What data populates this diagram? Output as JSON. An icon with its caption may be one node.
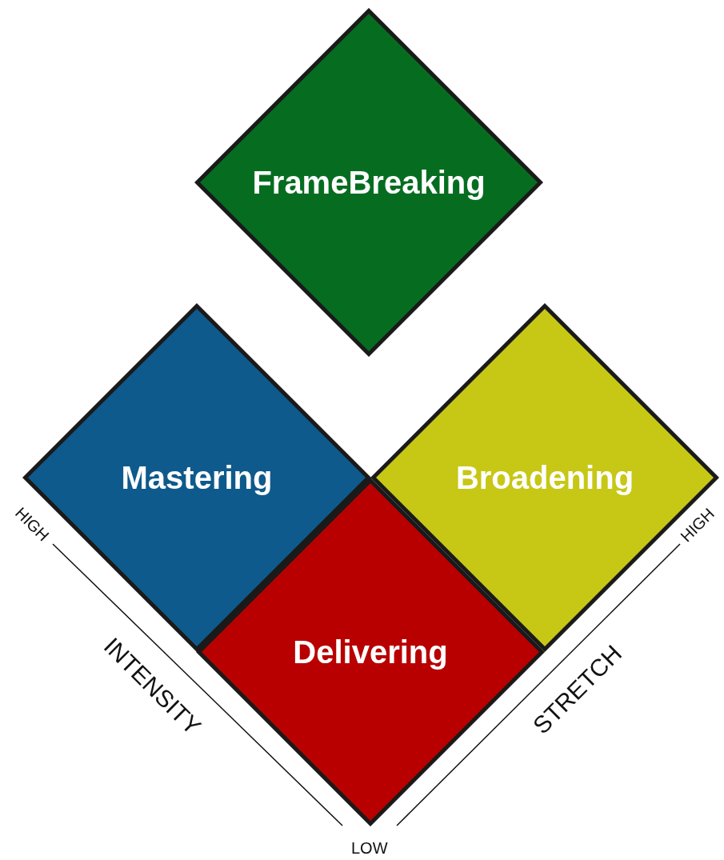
{
  "diagram": {
    "nodes": [
      {
        "text": [
          "FrameBreaking"
        ]
      },
      {
        "text": [
          "Mastering"
        ]
      },
      {
        "text": [
          "Broadening"
        ]
      },
      {
        "text": [
          "Delivering"
        ]
      }
    ],
    "labels": [
      "HIGH",
      "HIGH",
      "INTENSITY",
      "STRETCH",
      "LOW"
    ]
  }
}
